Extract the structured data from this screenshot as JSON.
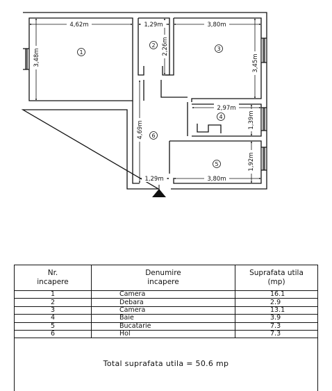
{
  "plan": {
    "dimensions": {
      "room1_width": "4,62m",
      "room1_height": "3,48m",
      "room2_width": "1,29m",
      "room2_height": "2,26m",
      "room3_width": "3,80m",
      "room3_height": "3,45m",
      "room4_width": "2,97m",
      "room4_height": "1,39m",
      "room5_height": "1,92m",
      "room5_width": "3,80m",
      "hall_height": "4,69m",
      "hall_width": "1,29m"
    },
    "room_numbers": {
      "r1": "1",
      "r2": "2",
      "r3": "3",
      "r4": "4",
      "r5": "5",
      "r6": "6"
    }
  },
  "table": {
    "headers": {
      "col1": "Nr.\nincapere",
      "col2": "Denumire\nincapere",
      "col3": "Suprafata utila\n(mp)"
    },
    "rows": [
      {
        "nr": "1",
        "name": "Camera",
        "area": "16.1"
      },
      {
        "nr": "2",
        "name": "Debara",
        "area": "2.9"
      },
      {
        "nr": "3",
        "name": "Camera",
        "area": "13.1"
      },
      {
        "nr": "4",
        "name": "Baie",
        "area": "3.9"
      },
      {
        "nr": "5",
        "name": "Bucatarie",
        "area": "7.3"
      },
      {
        "nr": "6",
        "name": "Hol",
        "area": "7.3"
      }
    ],
    "total": "Total suprafata utila = 50.6 mp"
  }
}
